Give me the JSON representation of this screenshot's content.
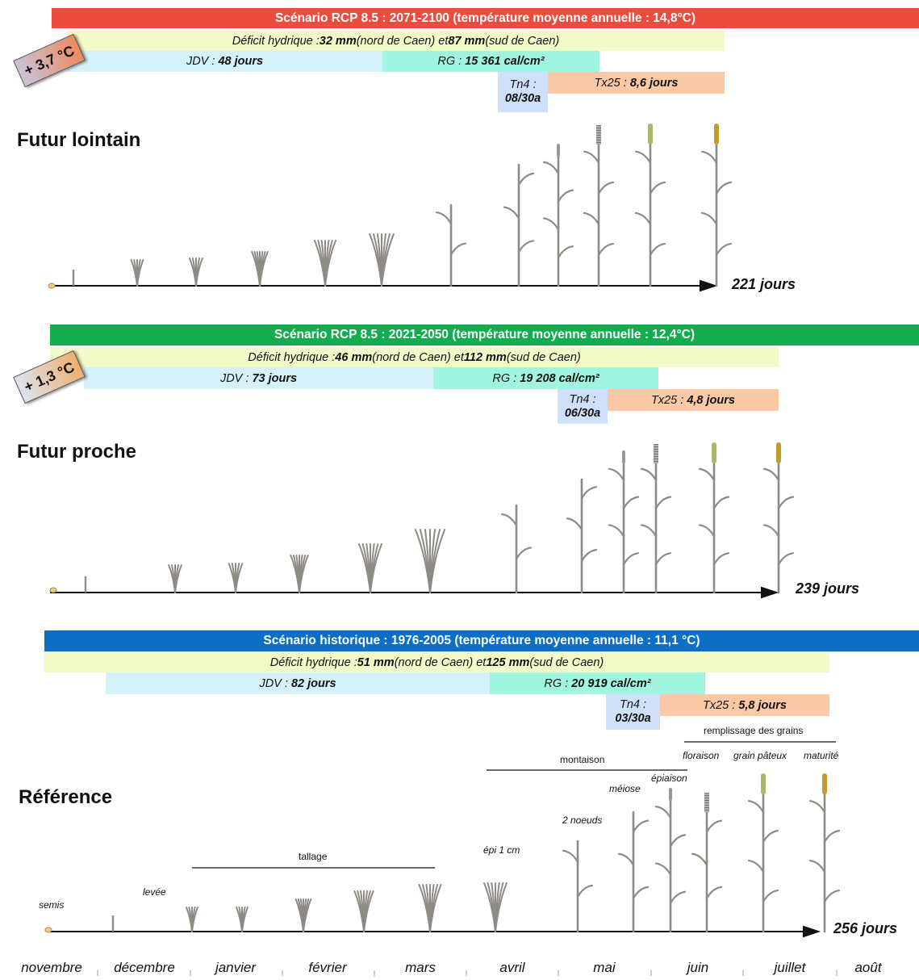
{
  "panels": [
    {
      "title": "Futur lointain",
      "header": "Scénario RCP 8.5 : 2071-2100 (température moyenne annuelle : 14,8°C)",
      "header_color": "#ee4b3f",
      "badge": "+ 3,7 °C",
      "deficit": {
        "prefix": "Déficit hydrique : ",
        "v1": "32 mm",
        "m1": " (nord de Caen) et ",
        "v2": "87 mm",
        "m2": " (sud de Caen)"
      },
      "jdv": {
        "prefix": "JDV : ",
        "value": "48 jours"
      },
      "rg": {
        "prefix": "RG : ",
        "value": "15 361 cal/cm²"
      },
      "tn4": {
        "label": "Tn4 :",
        "value": "08/30a"
      },
      "tx25": {
        "prefix": "Tx25 : ",
        "value": "8,6 jours"
      },
      "duration": "221 jours",
      "stage_x": [
        91,
        170,
        243,
        322,
        403,
        473,
        559,
        643,
        692,
        742,
        806,
        888
      ]
    },
    {
      "title": "Futur proche",
      "header": "Scénario RCP 8.5 : 2021-2050 (température moyenne annuelle : 12,4°C)",
      "header_color": "#12ad4f",
      "badge": "+ 1,3 °C",
      "deficit": {
        "prefix": "Déficit hydrique : ",
        "v1": "46 mm",
        "m1": " (nord de Caen) et ",
        "v2": "112 mm",
        "m2": " (sud de Caen)"
      },
      "jdv": {
        "prefix": "JDV : ",
        "value": "73 jours"
      },
      "rg": {
        "prefix": "RG : ",
        "value": "19 208 cal/cm²"
      },
      "tn4": {
        "label": "Tn4 :",
        "value": "06/30a"
      },
      "tx25": {
        "prefix": "Tx25 : ",
        "value": "4,8 jours"
      },
      "duration": "239 jours",
      "stage_x": [
        106,
        217,
        292,
        371,
        459,
        533,
        640,
        721,
        773,
        813,
        885,
        965
      ]
    },
    {
      "title": "Référence",
      "header": "Scénario historique : 1976-2005 (température moyenne annuelle : 11,1 °C)",
      "header_color": "#0b6fc6",
      "deficit": {
        "prefix": "Déficit hydrique : ",
        "v1": "51 mm",
        "m1": " (nord de Caen) et ",
        "v2": "125 mm",
        "m2": " (sud de Caen)"
      },
      "jdv": {
        "prefix": "JDV : ",
        "value": "82 jours"
      },
      "rg": {
        "prefix": "RG : ",
        "value": "20 919 cal/cm²"
      },
      "tn4": {
        "label": "Tn4 :",
        "value": "03/30a"
      },
      "tx25": {
        "prefix": "Tx25 : ",
        "value": "5,8 jours"
      },
      "duration": "256 jours",
      "stage_x": [
        140,
        238,
        300,
        376,
        451,
        533,
        614,
        716,
        785,
        831,
        876,
        946,
        1022
      ]
    }
  ],
  "stages": {
    "semis": "semis",
    "levee": "levée",
    "epi1": "épi 1 cm",
    "noeuds": "2 noeuds",
    "meiose": "méiose",
    "epiaison": "épiaison",
    "floraison": "floraison",
    "pateux": "grain pâteux",
    "maturite": "maturité"
  },
  "phases": {
    "tallage": "tallage",
    "montaison": "montaison",
    "remplissage": "remplissage des grains"
  },
  "months": [
    "novembre",
    "décembre",
    "janvier",
    "février",
    "mars",
    "avril",
    "mai",
    "juin",
    "juillet",
    "août"
  ],
  "colors": {
    "deficit": "#f3fac9",
    "jdv": "#d5f2fb",
    "rg": "#9ff5df",
    "tn4": "#cfe0fa",
    "tx25": "#fbc9a5",
    "plant": "#8d8b84",
    "ear_flower": "#a8b86a",
    "ear_ripe": "#c29b2c"
  }
}
